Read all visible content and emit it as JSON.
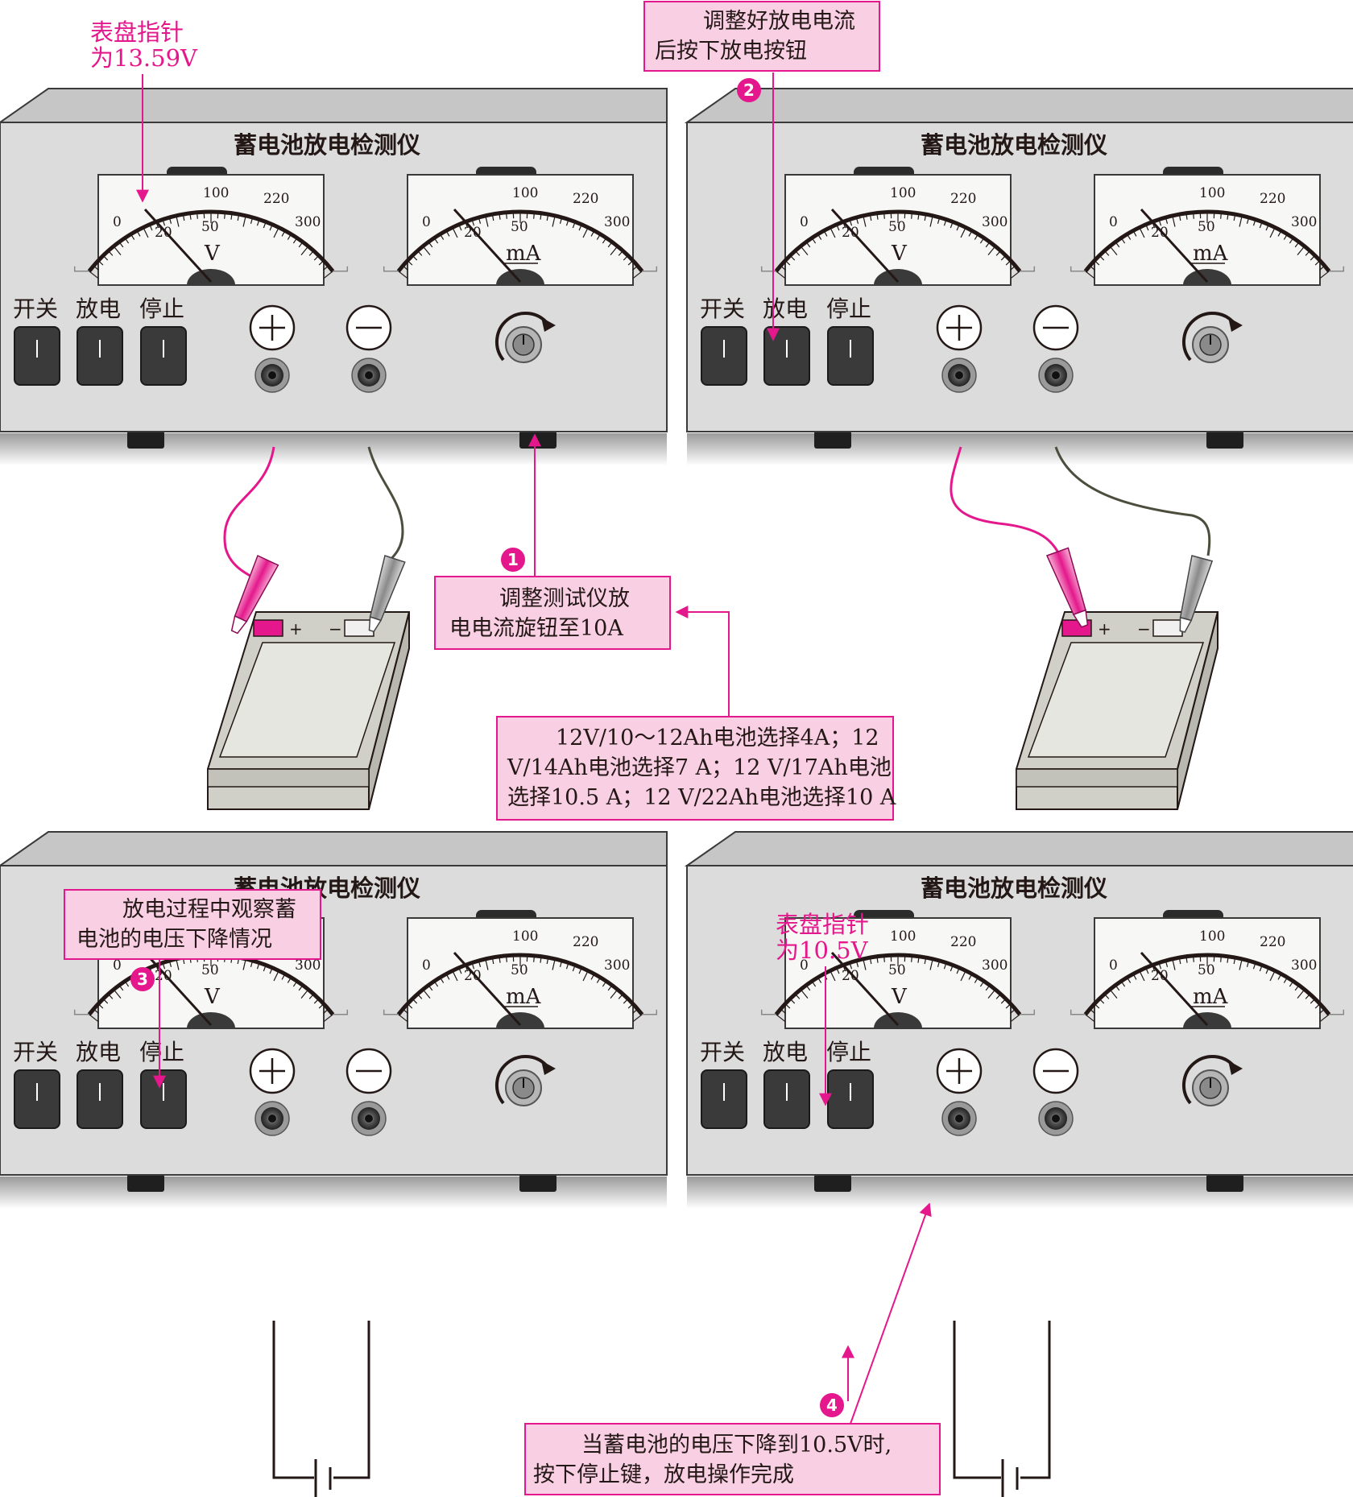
{
  "device": {
    "title": "蓄电池放电检测仪",
    "buttons": [
      "开关",
      "放电",
      "停止"
    ],
    "volt_unit": "V",
    "amp_unit": "mA",
    "scale_labels": [
      "0",
      "20",
      "50",
      "100",
      "220",
      "300"
    ],
    "plus_symbol": "+",
    "minus_symbol": "−"
  },
  "battery": {
    "plus": "+",
    "minus": "−"
  },
  "panels": {
    "p1": {
      "needle_note_line1": "表盘指针",
      "needle_note_line2": "为13.59V"
    },
    "p2": {
      "step_line1": "调整好放电电流",
      "step_line2": "后按下放电按钮",
      "step_no": "2"
    },
    "p3": {
      "step_line1": "放电过程中观察蓄",
      "step_line2": "电池的电压下降情况",
      "step_no": "3"
    },
    "p4": {
      "needle_note_line1": "表盘指针",
      "needle_note_line2": "为10.5V",
      "step_line1": "当蓄电池的电压下降到10.5V时,",
      "step_line2": "按下停止键，放电操作完成",
      "step_no": "4"
    }
  },
  "step1": {
    "line1": "调整测试仪放",
    "line2": "电电流旋钮至10A",
    "step_no": "1"
  },
  "note": {
    "line1": "12V/10～12Ah电池选择4A；12",
    "line2": "V/14Ah电池选择7 A；12 V/17Ah电池",
    "line3": "选择10.5 A；12 V/22Ah电池选择10 A"
  },
  "colors": {
    "accent": "#e4188c",
    "box_fill": "#f9cfe4",
    "panel": "#dcdcdc",
    "panel_top": "#c4c4c4"
  }
}
